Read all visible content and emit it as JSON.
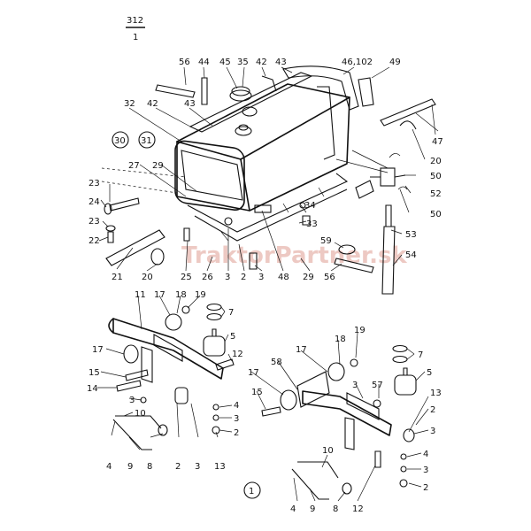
{
  "header": {
    "page_number": "312",
    "page_sub": "1"
  },
  "watermark": "TraktorPartner.sk",
  "circled": {
    "c30": "30",
    "c31": "31",
    "c1": "1"
  },
  "labels": {
    "l56a": "56",
    "l44": "44",
    "l45": "45",
    "l35": "35",
    "l42a": "42",
    "l43a": "43",
    "l46": "46,102",
    "l49": "49",
    "l32": "32",
    "l42b": "42",
    "l43b": "43",
    "l47": "47",
    "l20a": "20",
    "l50a": "50",
    "l52": "52",
    "l50b": "50",
    "l27": "27",
    "l29a": "29",
    "l23a": "23",
    "l24": "24",
    "l23b": "23",
    "l22": "22",
    "l34": "34",
    "l33": "33",
    "l53": "53",
    "l59": "59",
    "l54": "54",
    "l21": "21",
    "l20b": "20",
    "l25": "25",
    "l26": "26",
    "l3a": "3",
    "l2a": "2",
    "l3b": "3",
    "l48": "48",
    "l29b": "29",
    "l56b": "56",
    "l11": "11",
    "l17a": "17",
    "l18a": "18",
    "l19a": "19",
    "l7a": "7",
    "l5a": "5",
    "l17b": "17",
    "l12a": "12",
    "l15a": "15",
    "l14": "14",
    "l3c": "3",
    "l10a": "10",
    "l4a": "4",
    "l9a": "9",
    "l8a": "8",
    "l2b": "2",
    "l3d": "3",
    "l13a": "13",
    "l4b": "4",
    "l3e": "3",
    "l2c": "2",
    "l15b": "15",
    "l17c": "17",
    "l58": "58",
    "l17d": "17",
    "l18b": "18",
    "l19b": "19",
    "l7b": "7",
    "l5b": "5",
    "l3f": "3",
    "l57": "57",
    "l13b": "13",
    "l2d": "2",
    "l3g": "3",
    "l10b": "10",
    "l4c": "4",
    "l3h": "3",
    "l2e": "2",
    "l4d": "4",
    "l9b": "9",
    "l8b": "8",
    "l12b": "12"
  }
}
